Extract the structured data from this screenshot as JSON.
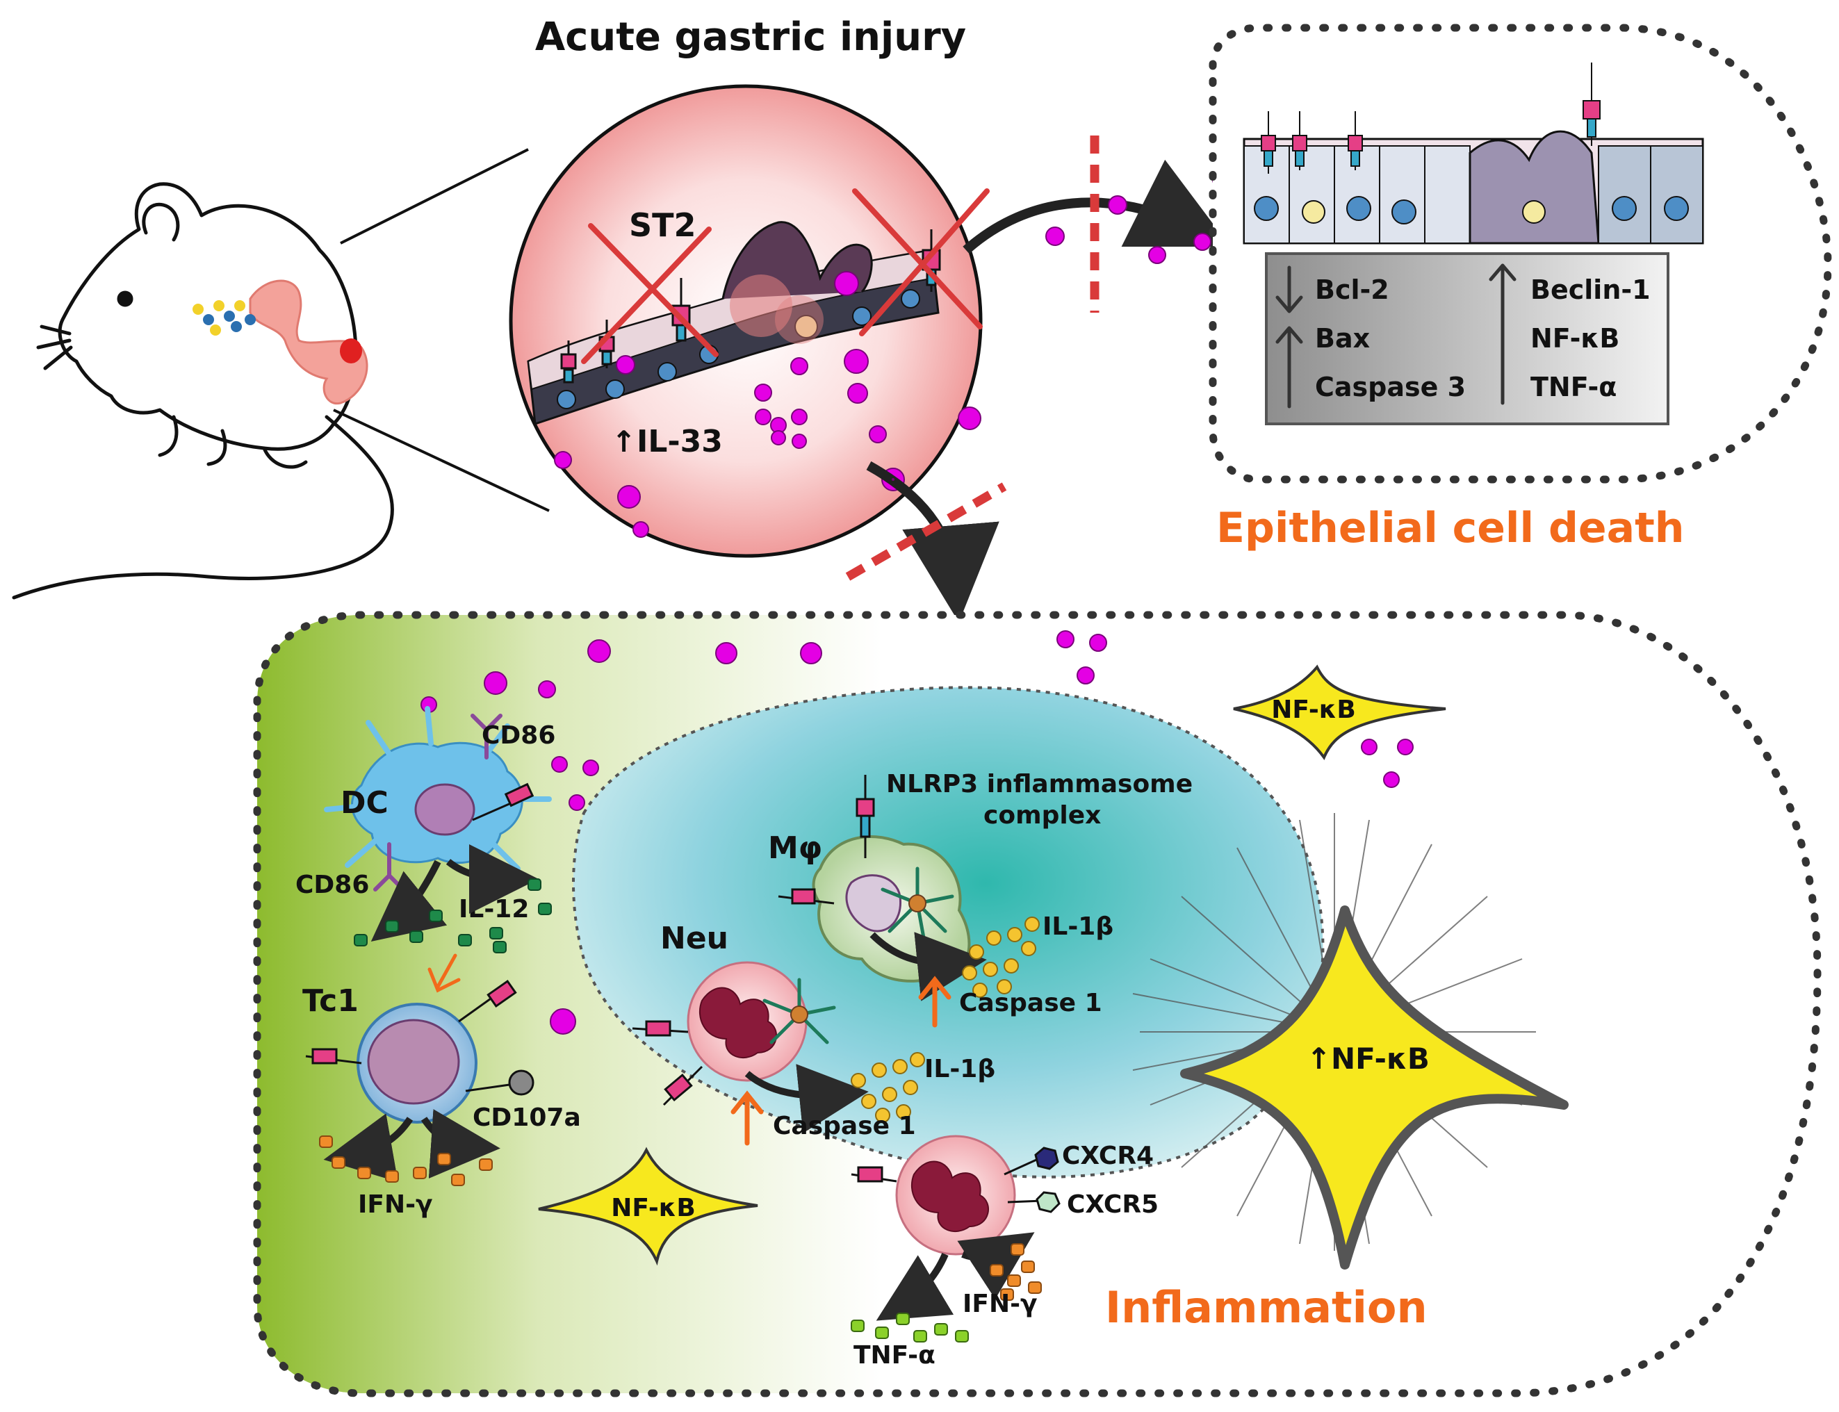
{
  "title": "Acute gastric injury",
  "labels": {
    "st2": "ST2",
    "il33": "IL-33",
    "epithelial_death": "Epithelial cell death",
    "inflammation": "Inflammation",
    "dc": "DC",
    "cd86_top": "CD86",
    "cd86_bottom": "CD86",
    "il12": "IL-12",
    "tc1": "Tc1",
    "cd107a": "CD107a",
    "ifng_tc1": "IFN-γ",
    "mphi": "Mφ",
    "nlrp3_line1": "NLRP3 inflammasome",
    "nlrp3_line2": "complex",
    "il1b_mphi": "IL-1β",
    "caspase1_mphi": "Caspase 1",
    "neu": "Neu",
    "il1b_neu": "IL-1β",
    "caspase1_neu": "Caspase 1",
    "cxcr4": "CXCR4",
    "cxcr5": "CXCR5",
    "ifng_neu": "IFN-γ",
    "tnfa_neu": "TNF-α",
    "nfkb_top": "NF-κB",
    "nfkb_left": "NF-κB",
    "nfkb_big": "NF-κB"
  },
  "markers": {
    "left": [
      {
        "label": "Bcl-2",
        "direction": "down"
      },
      {
        "label": "Bax",
        "direction": "up"
      },
      {
        "label": "Caspase 3",
        "direction": "up"
      }
    ],
    "right": [
      {
        "label": "Beclin-1",
        "direction": "up"
      },
      {
        "label": "NF-κB",
        "direction": "up"
      },
      {
        "label": "TNF-α",
        "direction": "up"
      }
    ]
  },
  "colors": {
    "accent_orange": "#f26a1b",
    "il33_magenta": "#e400e4",
    "cross_red": "#d93a3a",
    "nfkb_yellow": "#f7e81e",
    "green_dots": "#1e8a4a",
    "yellow_dots": "#f4c430",
    "orange_dots": "#f08c2a"
  }
}
